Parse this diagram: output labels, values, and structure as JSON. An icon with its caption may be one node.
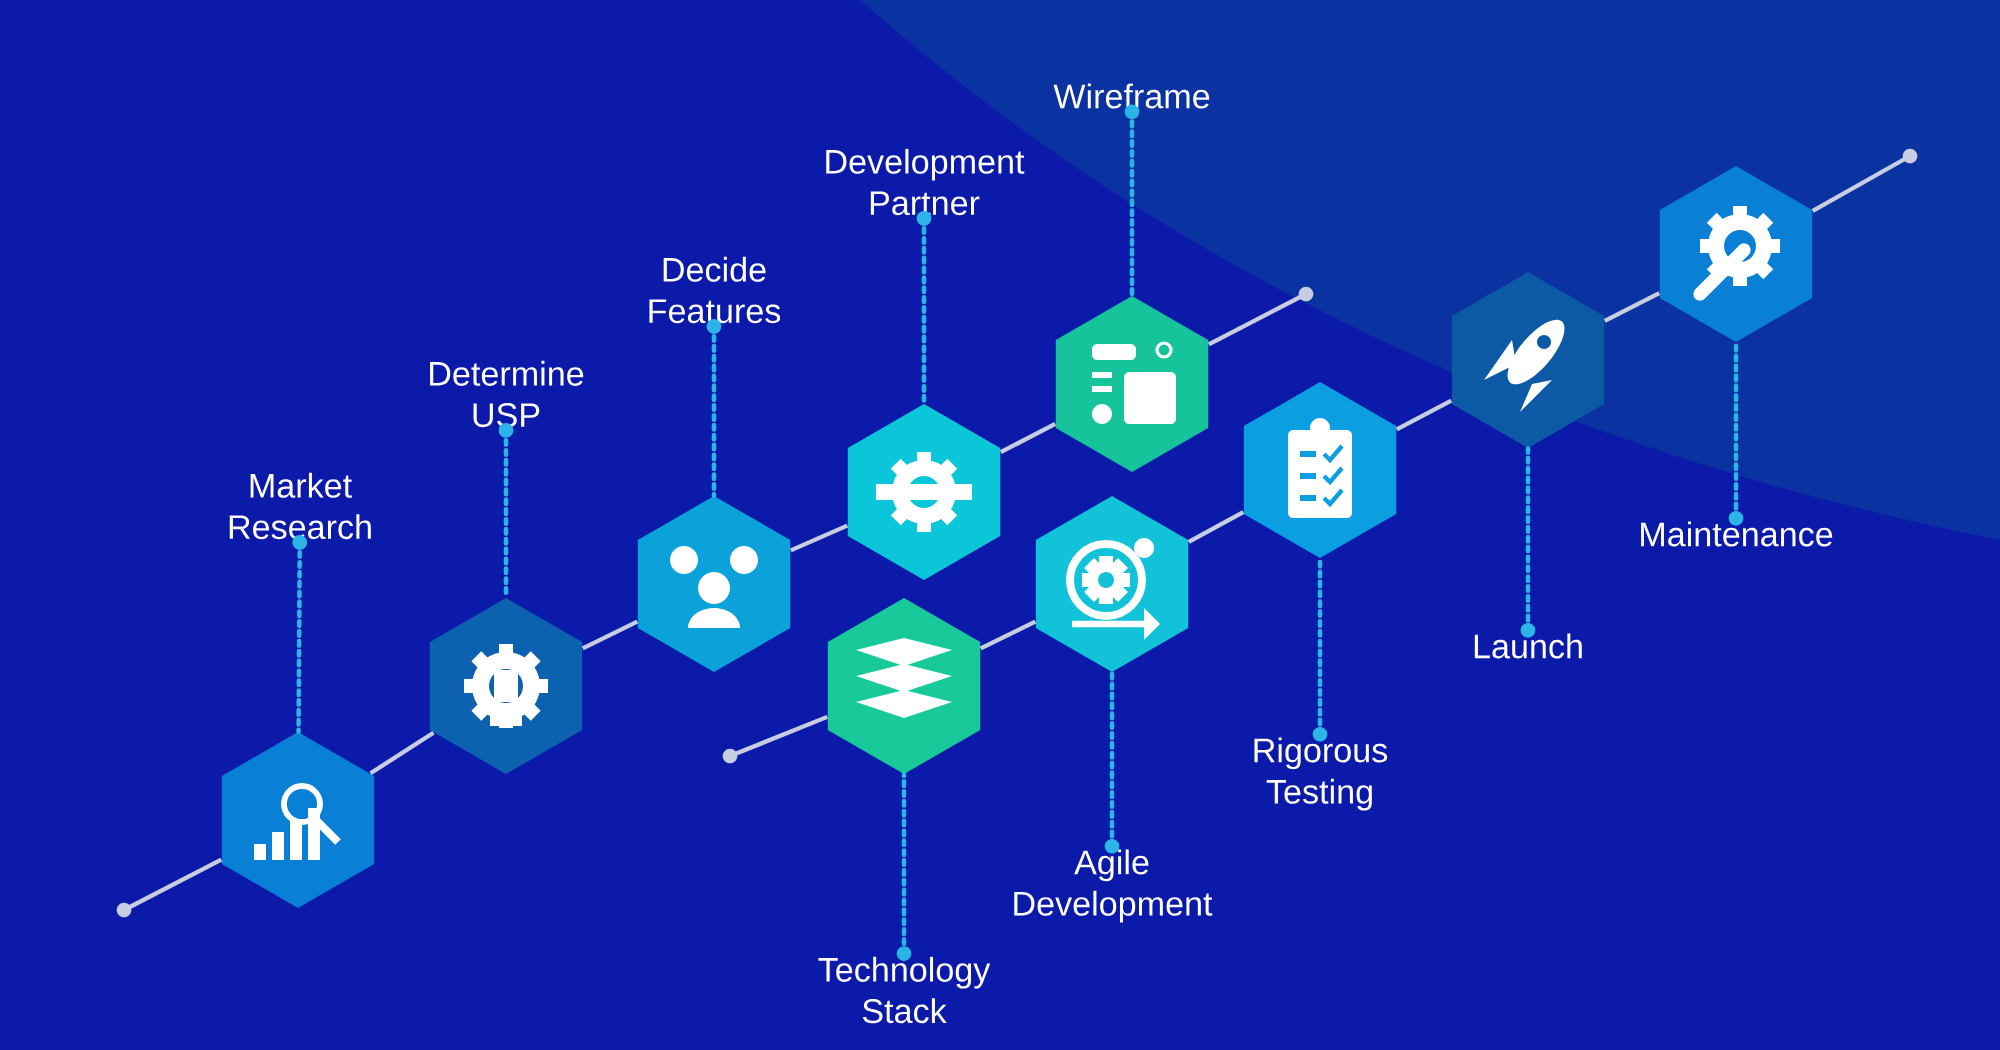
{
  "diagram": {
    "nodes": [
      {
        "text": [],
        "shape": "hexagon"
      },
      {
        "text": [
          "Market Research"
        ]
      },
      {
        "text": [],
        "shape": "hexagon"
      },
      {
        "text": [
          "Determine USP"
        ]
      },
      {
        "text": [],
        "shape": "hexagon"
      },
      {
        "text": [
          "Decide Features"
        ]
      },
      {
        "text": [],
        "shape": "hexagon"
      },
      {
        "text": [
          "Development Partner"
        ]
      },
      {
        "text": [],
        "shape": "hexagon"
      },
      {
        "text": [
          "Wireframe"
        ]
      },
      {
        "text": [],
        "shape": "hexagon"
      },
      {
        "text": [
          "Technology Stack"
        ]
      },
      {
        "text": [],
        "shape": "hexagon"
      },
      {
        "text": [
          "Agile Development"
        ]
      },
      {
        "text": [],
        "shape": "hexagon"
      },
      {
        "text": [
          "Rigorous Testing"
        ]
      },
      {
        "text": [],
        "shape": "hexagon"
      },
      {
        "text": [
          "Launch"
        ]
      },
      {
        "text": [],
        "shape": "hexagon"
      },
      {
        "text": [
          "Maintenance"
        ]
      }
    ],
    "edges": [
      {
        "from": null,
        "to": 0,
        "arrow": "other"
      },
      {
        "from": 0,
        "to": 2,
        "arrow": "none"
      },
      {
        "from": 2,
        "to": 4,
        "arrow": "none"
      },
      {
        "from": 4,
        "to": 6,
        "arrow": "none"
      },
      {
        "from": 6,
        "to": 8,
        "arrow": "none"
      },
      {
        "from": null,
        "to": 8,
        "arrow": "other"
      },
      {
        "from": null,
        "to": 10,
        "arrow": "other"
      },
      {
        "from": 10,
        "to": 12,
        "arrow": "none"
      },
      {
        "from": 12,
        "to": 14,
        "arrow": "none"
      },
      {
        "from": 14,
        "to": 16,
        "arrow": "none"
      },
      {
        "from": 16,
        "to": 18,
        "arrow": "none"
      },
      {
        "from": null,
        "to": 18,
        "arrow": "other"
      },
      {
        "from": 1,
        "to": 0,
        "arrow": "other",
        "style": "dashed",
        "color": "#2bb5e6"
      },
      {
        "from": 3,
        "to": 2,
        "arrow": "other",
        "style": "dashed",
        "color": "#2bb5e6"
      },
      {
        "from": 5,
        "to": 4,
        "arrow": "other",
        "style": "dashed",
        "color": "#2bb5e6"
      },
      {
        "from": 7,
        "to": 6,
        "arrow": "other",
        "style": "dashed",
        "color": "#2bb5e6"
      },
      {
        "from": 9,
        "to": 8,
        "arrow": "other",
        "style": "dashed",
        "color": "#2bb5e6"
      },
      {
        "from": 11,
        "to": 10,
        "arrow": "other",
        "style": "dashed",
        "color": "#2bb5e6"
      },
      {
        "from": 13,
        "to": 12,
        "arrow": "other",
        "style": "dashed",
        "color": "#2bb5e6"
      },
      {
        "from": 15,
        "to": 14,
        "arrow": "other",
        "style": "dashed",
        "color": "#2bb5e6"
      },
      {
        "from": 17,
        "to": 16,
        "arrow": "other",
        "style": "dashed",
        "color": "#2bb5e6"
      },
      {
        "from": 19,
        "to": 18,
        "arrow": "other",
        "style": "dashed",
        "color": "#2bb5e6"
      }
    ]
  }
}
